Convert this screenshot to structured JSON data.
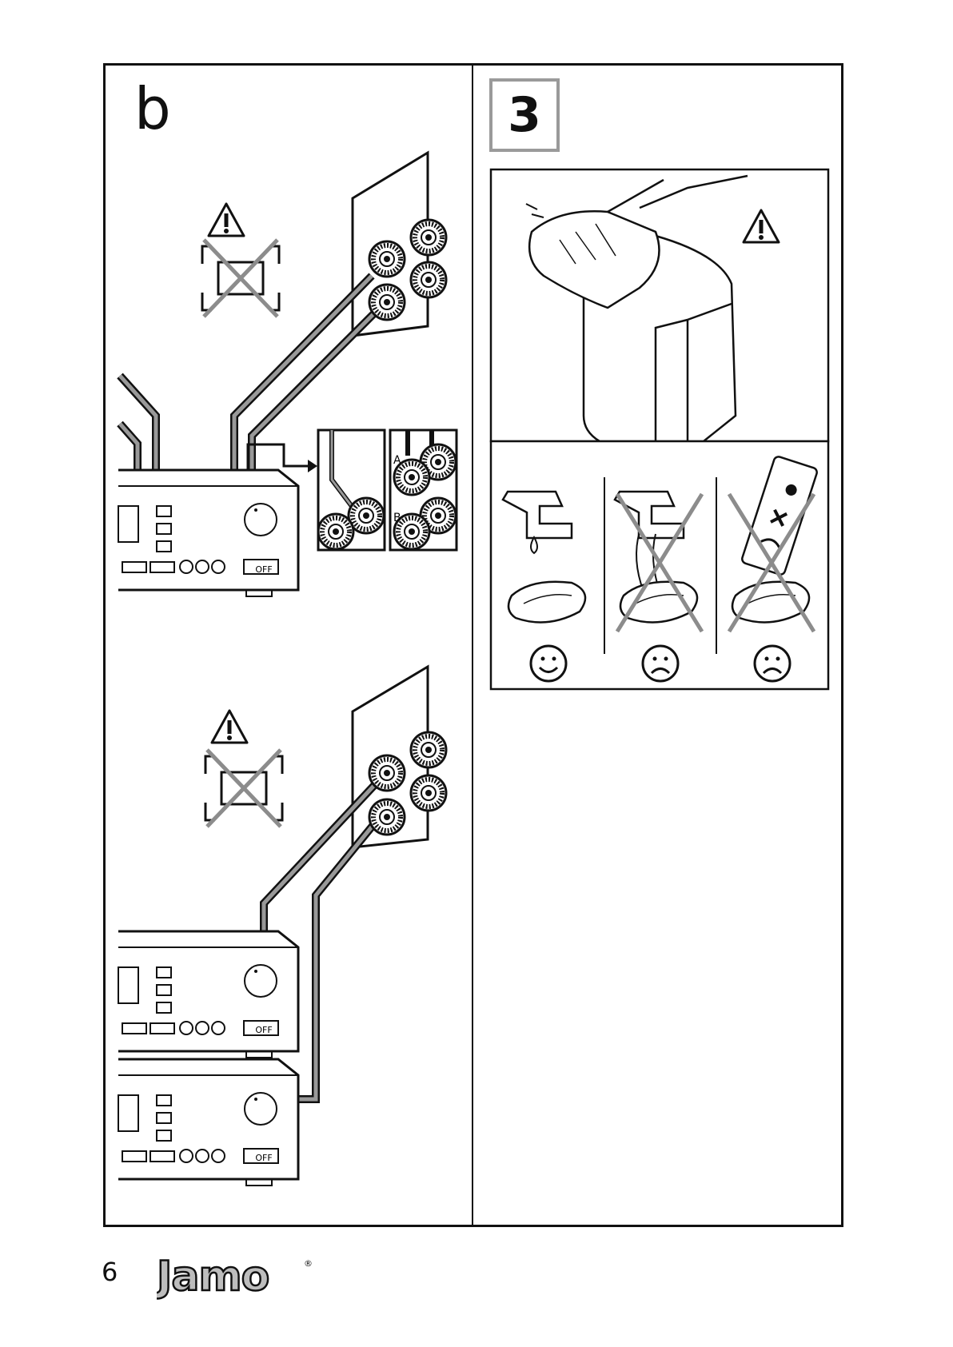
{
  "panel_b": {
    "letter": "b",
    "insets": {
      "label_a": "A",
      "label_b": "B"
    },
    "amplifier_off_label": "OFF"
  },
  "panel_3": {
    "step_number": "3"
  },
  "footer": {
    "page_number": "6",
    "logo_text": "Jamo",
    "logo_mark": "®"
  },
  "colors": {
    "line": "#111111",
    "cross": "#8c8c8c",
    "step_border": "#9a9a9a"
  },
  "icons": [
    "warning-icon",
    "bridge-clip-icon",
    "cross-out-icon",
    "faucet-icon",
    "water-drop-icon",
    "cloth-icon",
    "detergent-bottle-icon",
    "smiley-happy-icon",
    "smiley-sad-icon"
  ]
}
